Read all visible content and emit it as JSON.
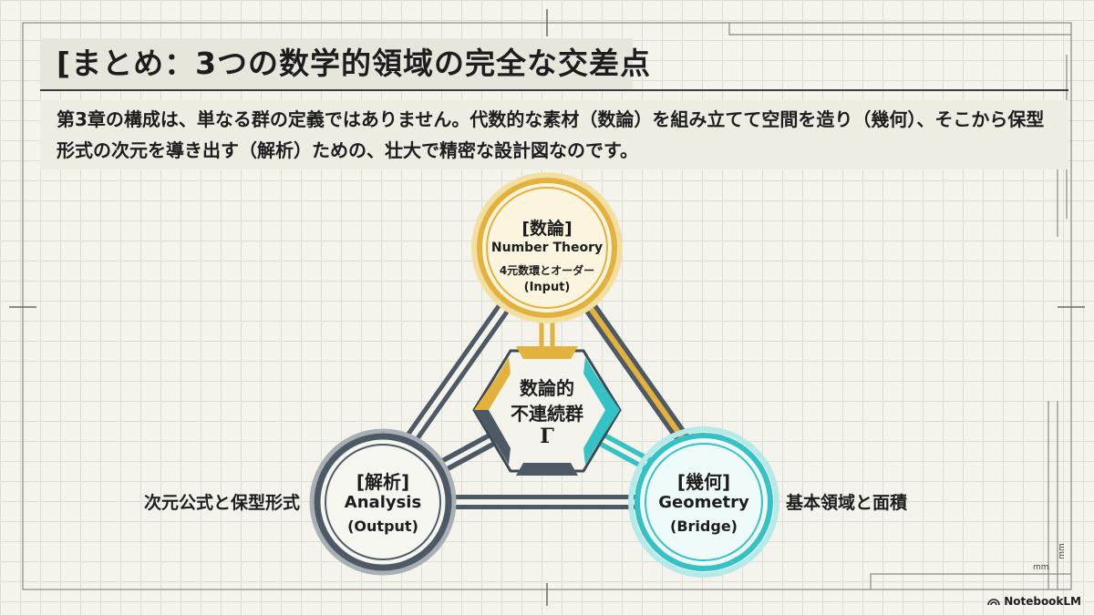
{
  "title": "[まとめ：3つの数学的領域の完全な交差点",
  "subtitle": "第3章の構成は、単なる群の定義ではありません。代数的な素材（数論）を組み立てて空間を造り（幾何）、そこから保型形式の次元を導き出す（解析）ための、壮大で精密な設計図なのです。",
  "nodes": {
    "number_theory": {
      "title": "[数論]",
      "en": "Number Theory",
      "detail": "4元数環とオーダー",
      "role": "(Input)",
      "color": "#e3b23c"
    },
    "analysis": {
      "title": "[解析]",
      "en": "Analysis",
      "role": "(Output)",
      "color": "#4d5a66"
    },
    "geometry": {
      "title": "[幾何]",
      "en": "Geometry",
      "role": "(Bridge)",
      "color": "#35c2c4"
    }
  },
  "center": {
    "line1": "数論的",
    "line2": "不連続群",
    "symbol": "Γ"
  },
  "left_label": "次元公式と保型形式",
  "right_label": "基本領域と面積",
  "mm_label": "mm",
  "brand": "NotebookLM"
}
